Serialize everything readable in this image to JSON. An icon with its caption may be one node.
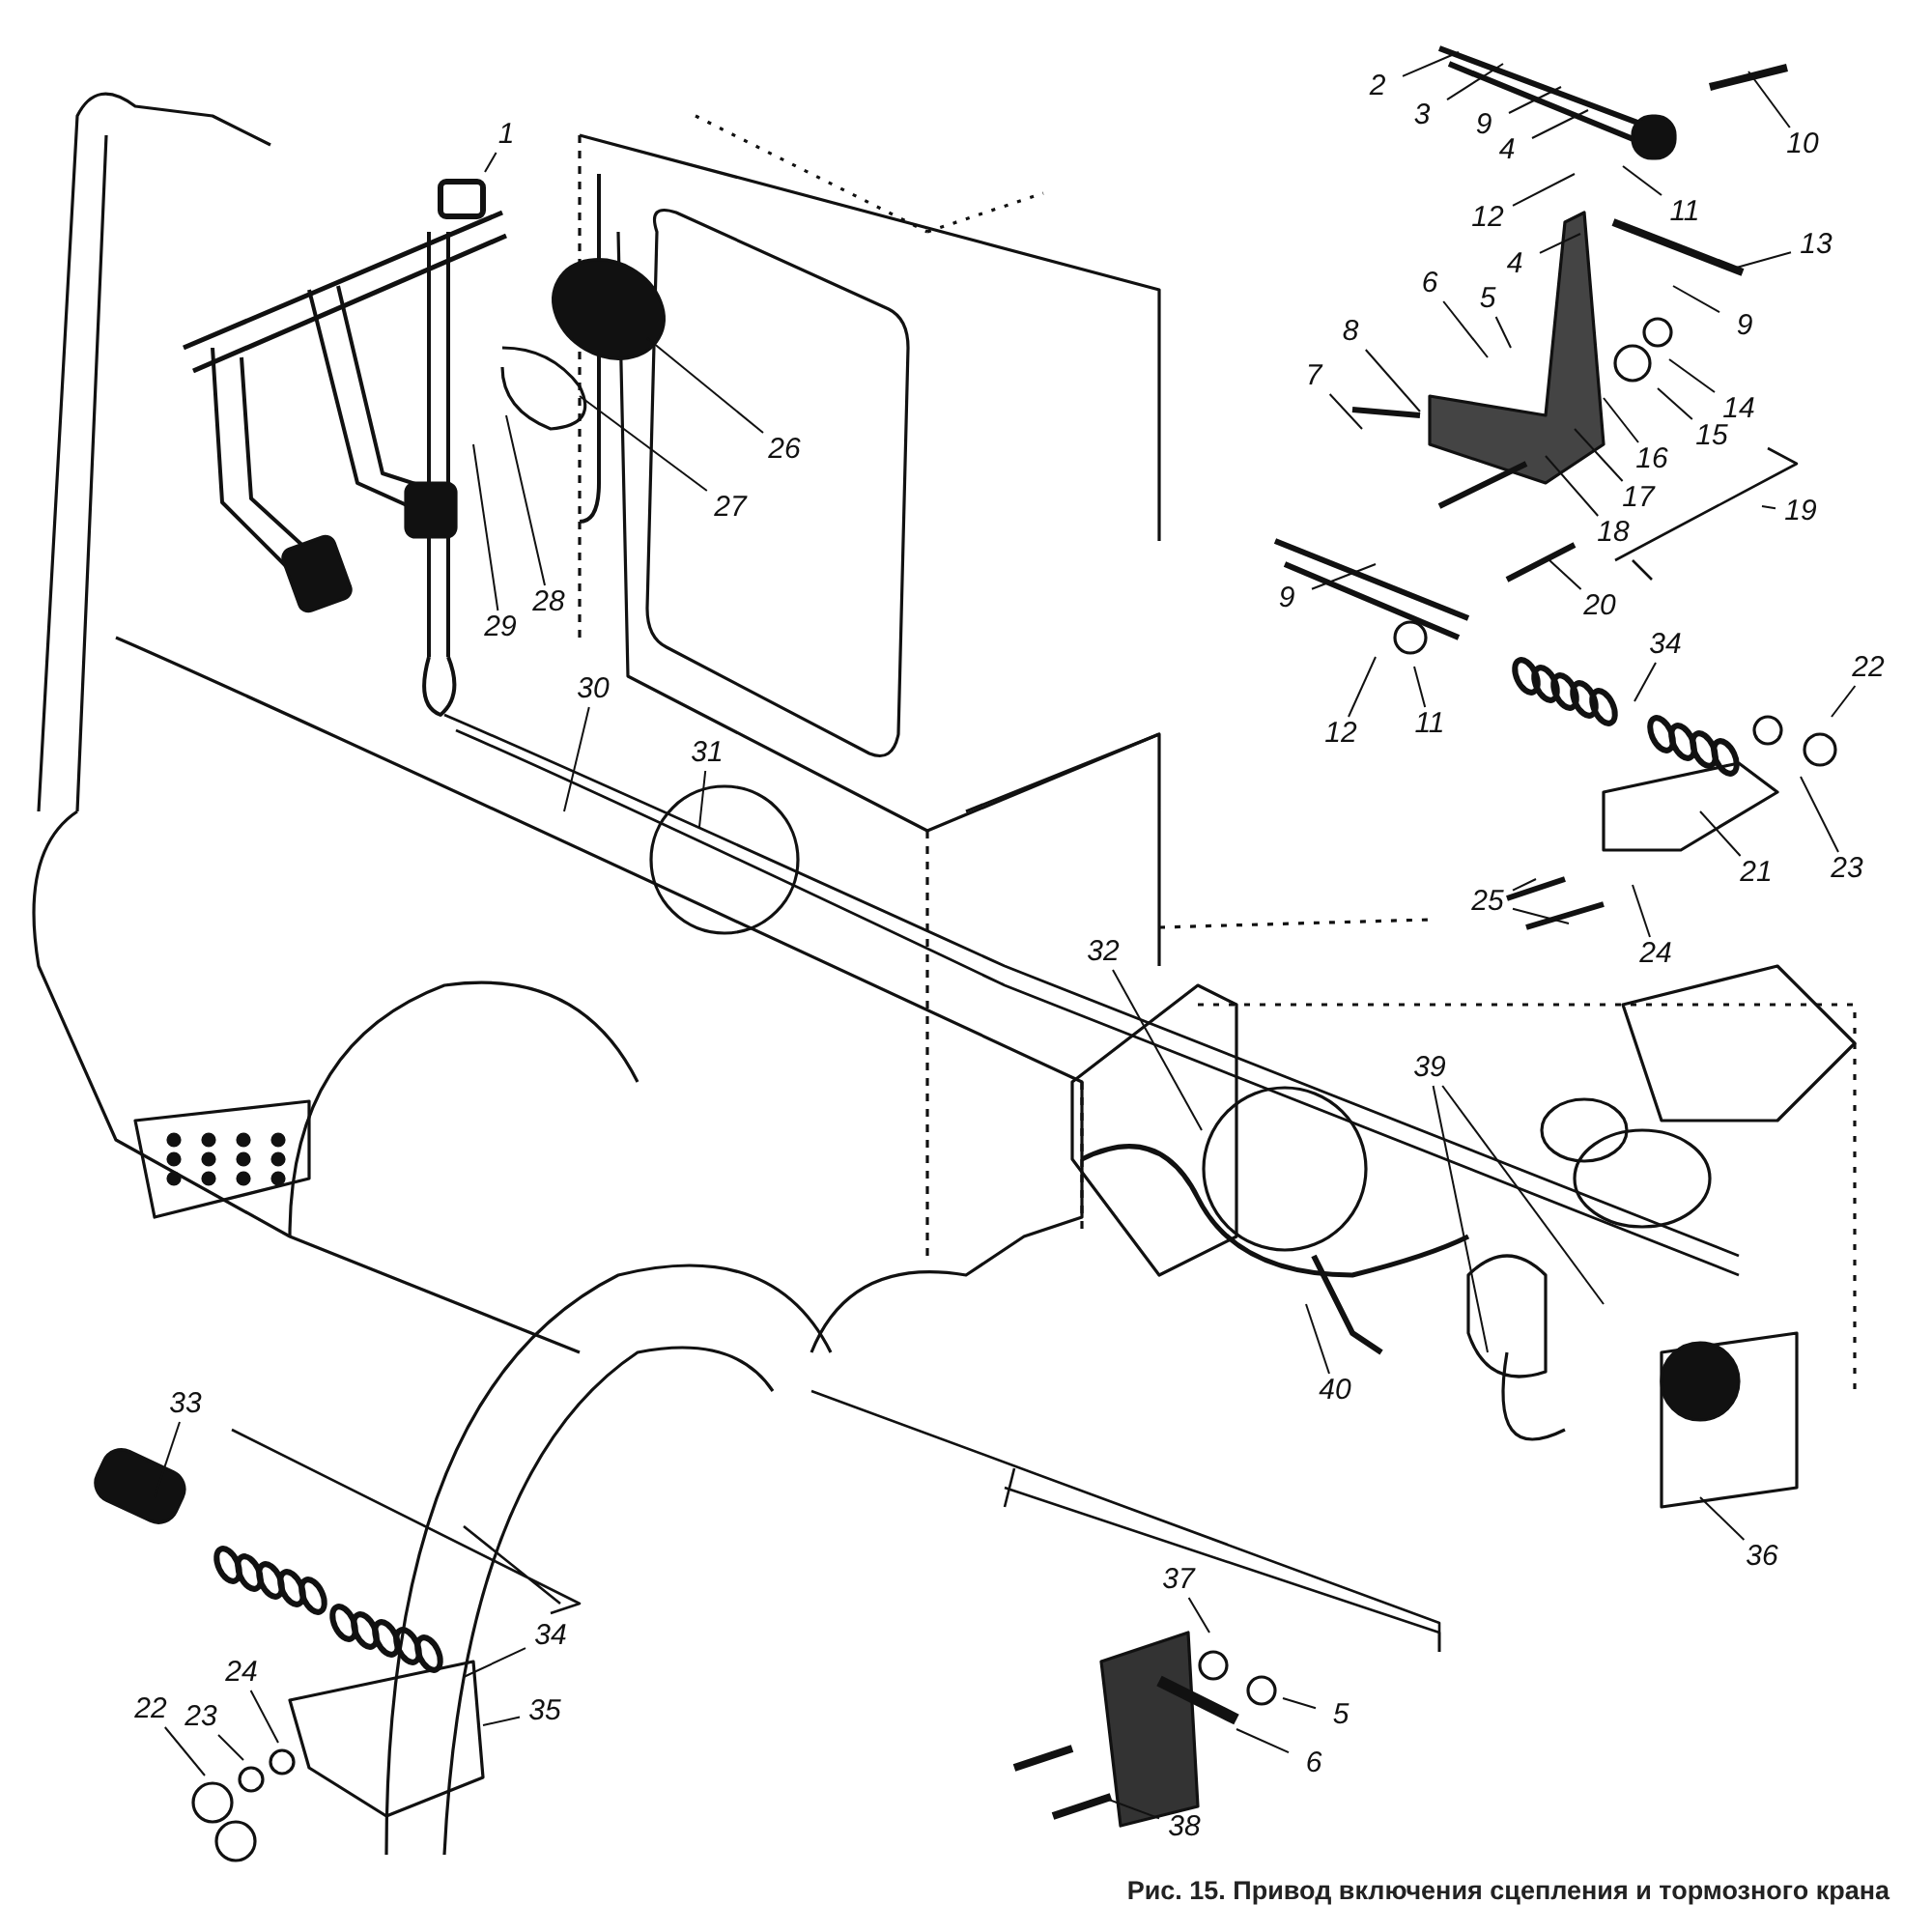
{
  "diagram": {
    "caption": "Рис. 15. Привод включения сцепления и тормозного крана",
    "nodes": [
      {
        "text": [
          "1"
        ]
      },
      {
        "text": [
          "2"
        ]
      },
      {
        "text": [
          "3"
        ]
      },
      {
        "text": [
          "9"
        ]
      },
      {
        "text": [
          "4"
        ]
      },
      {
        "text": [
          "10"
        ]
      },
      {
        "text": [
          "11"
        ]
      },
      {
        "text": [
          "12"
        ]
      },
      {
        "text": [
          "4"
        ]
      },
      {
        "text": [
          "13"
        ]
      },
      {
        "text": [
          "9"
        ]
      },
      {
        "text": [
          "6"
        ]
      },
      {
        "text": [
          "5"
        ]
      },
      {
        "text": [
          "8"
        ]
      },
      {
        "text": [
          "7"
        ]
      },
      {
        "text": [
          "14"
        ]
      },
      {
        "text": [
          "15"
        ]
      },
      {
        "text": [
          "16"
        ]
      },
      {
        "text": [
          "17"
        ]
      },
      {
        "text": [
          "18"
        ]
      },
      {
        "text": [
          "19"
        ]
      },
      {
        "text": [
          "20"
        ]
      },
      {
        "text": [
          "9"
        ]
      },
      {
        "text": [
          "12"
        ]
      },
      {
        "text": [
          "11"
        ]
      },
      {
        "text": [
          "34"
        ]
      },
      {
        "text": [
          "22"
        ]
      },
      {
        "text": [
          "21"
        ]
      },
      {
        "text": [
          "23"
        ]
      },
      {
        "text": [
          "25"
        ]
      },
      {
        "text": [
          "24"
        ]
      },
      {
        "text": [
          "26"
        ]
      },
      {
        "text": [
          "27"
        ]
      },
      {
        "text": [
          "28"
        ]
      },
      {
        "text": [
          "29"
        ]
      },
      {
        "text": [
          "30"
        ]
      },
      {
        "text": [
          "31"
        ]
      },
      {
        "text": [
          "32"
        ]
      },
      {
        "text": [
          "39"
        ]
      },
      {
        "text": [
          "40"
        ]
      },
      {
        "text": [
          "33"
        ]
      },
      {
        "text": [
          "36"
        ]
      },
      {
        "text": [
          "37"
        ]
      },
      {
        "text": [
          "34"
        ]
      },
      {
        "text": [
          "35"
        ]
      },
      {
        "text": [
          "24"
        ]
      },
      {
        "text": [
          "22"
        ]
      },
      {
        "text": [
          "23"
        ]
      },
      {
        "text": [
          "5"
        ]
      },
      {
        "text": [
          "6"
        ]
      },
      {
        "text": [
          "38"
        ]
      }
    ],
    "edges": [
      {
        "from": 0,
        "to": null,
        "arrow": "none"
      },
      {
        "from": 1,
        "to": null,
        "arrow": "none"
      },
      {
        "from": 2,
        "to": null,
        "arrow": "none"
      },
      {
        "from": 3,
        "to": null,
        "arrow": "none"
      },
      {
        "from": 4,
        "to": null,
        "arrow": "none"
      },
      {
        "from": 5,
        "to": null,
        "arrow": "none"
      },
      {
        "from": 6,
        "to": null,
        "arrow": "none"
      },
      {
        "from": 7,
        "to": null,
        "arrow": "none"
      },
      {
        "from": 8,
        "to": null,
        "arrow": "none"
      },
      {
        "from": 9,
        "to": null,
        "arrow": "none"
      },
      {
        "from": 10,
        "to": null,
        "arrow": "none"
      },
      {
        "from": 11,
        "to": null,
        "arrow": "none"
      },
      {
        "from": 12,
        "to": null,
        "arrow": "none"
      },
      {
        "from": 13,
        "to": null,
        "arrow": "none"
      },
      {
        "from": 14,
        "to": null,
        "arrow": "none"
      },
      {
        "from": 15,
        "to": null,
        "arrow": "none"
      },
      {
        "from": 16,
        "to": null,
        "arrow": "none"
      },
      {
        "from": 17,
        "to": null,
        "arrow": "none"
      },
      {
        "from": 18,
        "to": null,
        "arrow": "none"
      },
      {
        "from": 19,
        "to": null,
        "arrow": "none"
      },
      {
        "from": 20,
        "to": null,
        "arrow": "none"
      },
      {
        "from": 21,
        "to": null,
        "arrow": "none"
      },
      {
        "from": 22,
        "to": null,
        "arrow": "none"
      },
      {
        "from": 23,
        "to": null,
        "arrow": "none"
      },
      {
        "from": 24,
        "to": null,
        "arrow": "none"
      },
      {
        "from": 25,
        "to": null,
        "arrow": "none"
      },
      {
        "from": 26,
        "to": null,
        "arrow": "none"
      },
      {
        "from": 27,
        "to": null,
        "arrow": "none"
      },
      {
        "from": 28,
        "to": null,
        "arrow": "none"
      },
      {
        "from": 29,
        "to": null,
        "arrow": "none"
      },
      {
        "from": 29,
        "to": null,
        "arrow": "none"
      },
      {
        "from": 30,
        "to": null,
        "arrow": "none"
      },
      {
        "from": 31,
        "to": null,
        "arrow": "none"
      },
      {
        "from": 32,
        "to": null,
        "arrow": "none"
      },
      {
        "from": 33,
        "to": null,
        "arrow": "none"
      },
      {
        "from": 34,
        "to": null,
        "arrow": "none"
      },
      {
        "from": 35,
        "to": null,
        "arrow": "none"
      },
      {
        "from": 36,
        "to": null,
        "arrow": "none"
      },
      {
        "from": 37,
        "to": null,
        "arrow": "none"
      },
      {
        "from": 38,
        "to": null,
        "arrow": "none"
      },
      {
        "from": 38,
        "to": null,
        "arrow": "none"
      },
      {
        "from": 39,
        "to": null,
        "arrow": "none"
      },
      {
        "from": 40,
        "to": null,
        "arrow": "none"
      },
      {
        "from": 41,
        "to": null,
        "arrow": "none"
      },
      {
        "from": 42,
        "to": null,
        "arrow": "none"
      },
      {
        "from": 43,
        "to": null,
        "arrow": "none"
      },
      {
        "from": 44,
        "to": null,
        "arrow": "none"
      },
      {
        "from": 45,
        "to": null,
        "arrow": "none"
      },
      {
        "from": 46,
        "to": null,
        "arrow": "none"
      },
      {
        "from": 47,
        "to": null,
        "arrow": "none"
      },
      {
        "from": 48,
        "to": null,
        "arrow": "none"
      },
      {
        "from": 49,
        "to": null,
        "arrow": "none"
      },
      {
        "from": 50,
        "to": null,
        "arrow": "none"
      }
    ]
  }
}
